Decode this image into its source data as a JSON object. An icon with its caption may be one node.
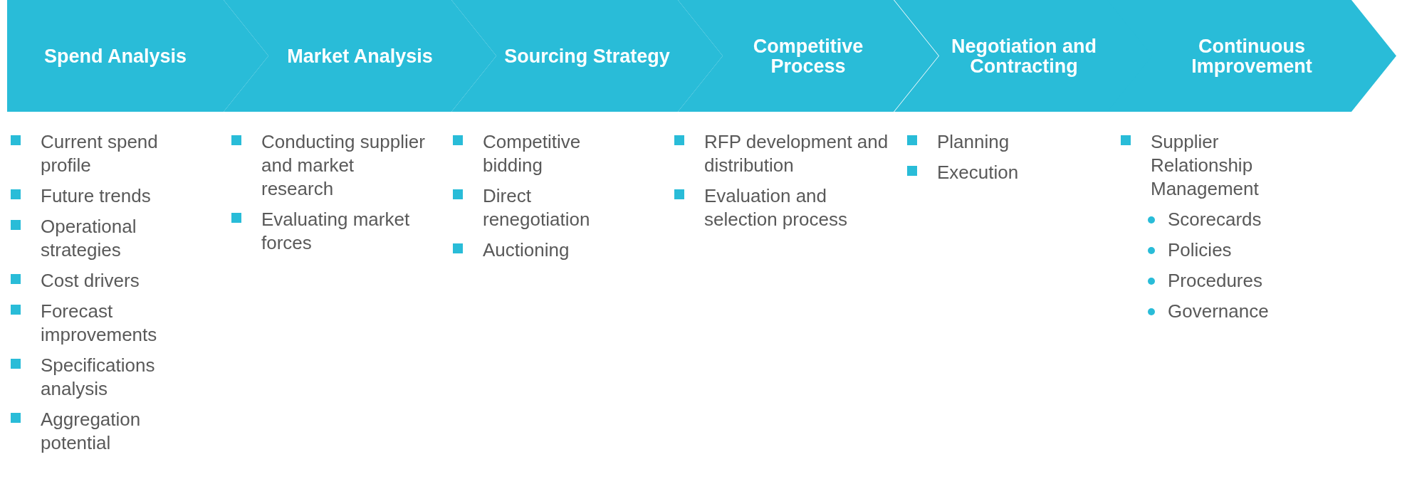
{
  "diagram": {
    "nodes": [
      {
        "text": [
          "Spend Analysis"
        ],
        "beside": [
          "Current spend profile",
          "Future trends",
          "Operational strategies",
          "Cost drivers",
          "Forecast improvements",
          "Specifications analysis",
          "Aggregation potential"
        ]
      },
      {
        "text": [
          "Market Analysis"
        ],
        "beside": [
          "Conducting supplier  and market research",
          "Evaluating market forces"
        ]
      },
      {
        "text": [
          "Sourcing Strategy"
        ],
        "beside": [
          "Competitive bidding",
          "Direct renegotiation",
          "Auctioning"
        ]
      },
      {
        "text": [
          "Competitive Process"
        ],
        "beside": [
          "RFP development and distribution",
          "Evaluation and selection process"
        ]
      },
      {
        "text": [
          "Negotiation and Contracting"
        ],
        "beside": [
          "Planning",
          "Execution"
        ]
      },
      {
        "text": [
          "Continuous Improvement"
        ],
        "beside": [
          "Supplier Relationship Management",
          "Scorecards",
          "Policies",
          "Procedures",
          "Governance"
        ]
      }
    ]
  }
}
